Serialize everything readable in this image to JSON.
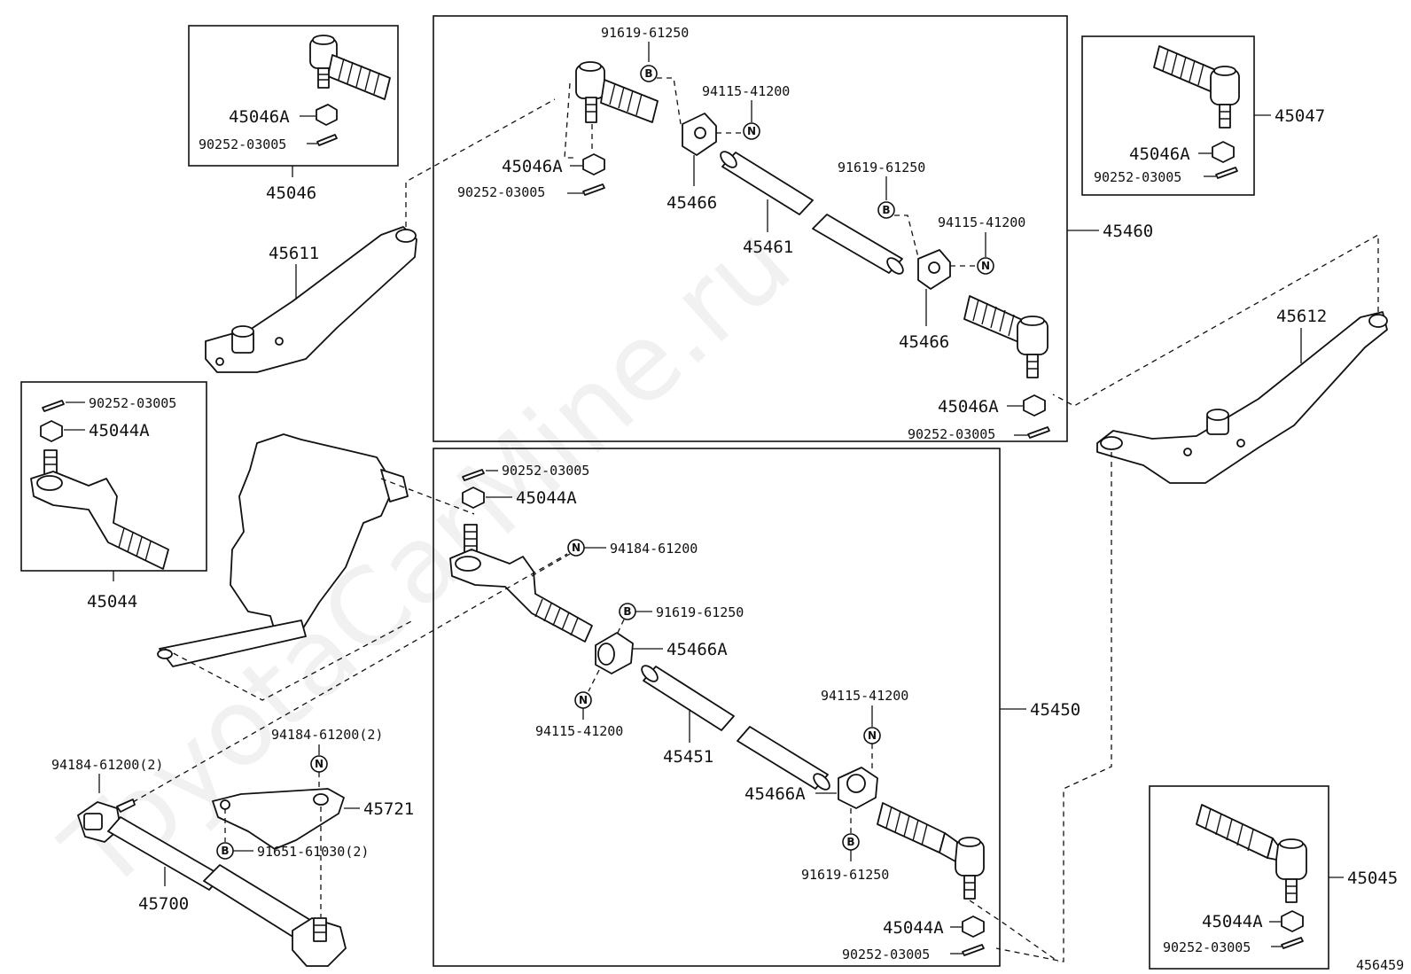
{
  "watermark": "ToyotaCarMine.ru",
  "diagram_id": "456459",
  "labels": {
    "p45046": "45046",
    "p45046A_box1": "45046A",
    "p90252_box1": "90252-03005",
    "p91619_a": "91619-61250",
    "p94115_a": "94115-41200",
    "p45046A_main": "45046A",
    "p90252_main": "90252-03005",
    "p45466_a": "45466",
    "p45461": "45461",
    "p91619_b": "91619-61250",
    "p94115_b": "94115-41200",
    "p45460": "45460",
    "p45466_b": "45466",
    "p45046A_lower": "45046A",
    "p90252_lower": "90252-03005",
    "p45047": "45047",
    "p45046A_box3": "45046A",
    "p90252_box3": "90252-03005",
    "p45611": "45611",
    "p45612": "45612",
    "p90252_box4": "90252-03005",
    "p45044A_box4": "45044A",
    "p45044": "45044",
    "p90252_main2": "90252-03005",
    "p45044A_main2": "45044A",
    "p94184_a": "94184-61200",
    "p91619_c": "91619-61250",
    "p45466A_a": "45466A",
    "p94115_c": "94115-41200",
    "p45451": "45451",
    "p94115_d": "94115-41200",
    "p45450": "45450",
    "p45466A_b": "45466A",
    "p91619_d": "91619-61250",
    "p45044A_lower2": "45044A",
    "p90252_lower2": "90252-03005",
    "p94184_b2": "94184-61200(2)",
    "p94184_c2": "94184-61200(2)",
    "p45721": "45721",
    "p91651": "91651-61030(2)",
    "p45700": "45700",
    "p45045": "45045",
    "p45044A_box5": "45044A",
    "p90252_box5": "90252-03005"
  },
  "symbols": {
    "bolt": "B",
    "nut": "N"
  }
}
